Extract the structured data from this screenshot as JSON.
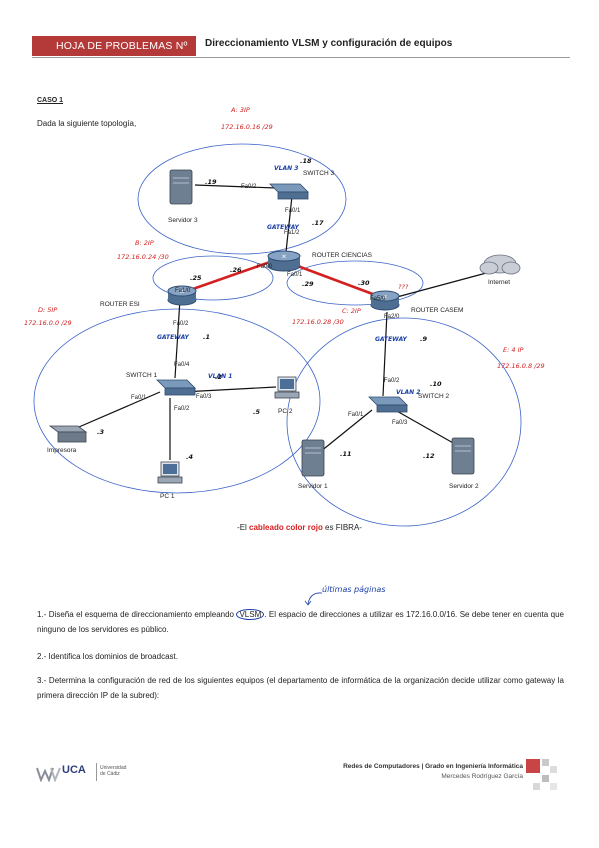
{
  "header": {
    "box_label": "HOJA DE PROBLEMAS Nº 9",
    "title": "Direccionamiento VLSM y configuración de equipos"
  },
  "case": {
    "label": "CASO 1",
    "intro": "Dada la siguiente topología,"
  },
  "topology": {
    "devices": {
      "server3": "Servidor 3",
      "switch3": "SWITCH 3",
      "router_ciencias": "ROUTER CIENCIAS",
      "router_esi": "ROUTER ESI",
      "router_casem": "ROUTER CASEM",
      "internet": "Internet",
      "switch1": "SWITCH 1",
      "printer": "Impresora",
      "pc1": "PC 1",
      "pc2": "PC 2",
      "switch2": "SWITCH 2",
      "server1": "Servidor 1",
      "server2": "Servidor 2"
    },
    "ports": {
      "s3_fa02": "Fa0/2",
      "s3_fa01": "Fa0/1",
      "rc_fa12": "Fa1/2",
      "rc_fa00": "Fa0/0",
      "rc_fa01": "Fa0/1",
      "re_fa10": "Fa1/0",
      "re_fa02": "Fa0/2",
      "rcs_fa50": "Fa5/0",
      "rcs_fa20": "Fa2/0",
      "s1_fa04": "Fa0/4",
      "s1_fa01": "Fa0/1",
      "s1_fa02": "Fa0/2",
      "s1_fa03": "Fa0/3",
      "s2_fa02": "Fa0/2",
      "s2_fa01": "Fa0/1",
      "s2_fa03": "Fa0/3"
    },
    "annotations": {
      "a_label": "A: 3IP",
      "a_net": "172.16.0.16 /29",
      "b_label": "B: 2IP",
      "b_net": "172.16.0.24 /30",
      "c_label": "C: 2IP",
      "c_net": "172.16.0.28 /30",
      "d_label": "D: 5IP",
      "d_net": "172.16.0.0 /29",
      "e_label": "E: 4 IP",
      "e_net": "172.16.0.8 /29",
      "vlan3": "VLAN 3",
      "vlan1": "VLAN 1",
      "vlan2": "VLAN 2",
      "gateway": "GATEWAY",
      "ip_18": ".18",
      "ip_19": ".19",
      "ip_17": ".17",
      "ip_25": ".25",
      "ip_26": ".26",
      "ip_30": ".30",
      "ip_29": ".29",
      "ip_1": ".1",
      "ip_2": ".2",
      "ip_3": ".3",
      "ip_4": ".4",
      "ip_5": ".5",
      "ip_9": ".9",
      "ip_10": ".10",
      "ip_11": ".11",
      "ip_12": ".12",
      "casem_unknown": "???"
    }
  },
  "caption": {
    "prefix": "-El ",
    "highlight": "cableado color rojo",
    "suffix": " es FIBRA-"
  },
  "questions": {
    "note": "últimas páginas",
    "q1_a": "1.- Diseña el esquema de direccionamiento empleando ",
    "q1_vlsm": "VLSM",
    "q1_b": ". El espacio de direcciones a utilizar es 172.16.0.0/16. Se debe tener en cuenta que ninguno de los servidores es público.",
    "q2": "2.- Identifica los dominios de broadcast.",
    "q3": "3.- Determina la configuración de red de los siguientes equipos (el departamento de informática de la organización decide utilizar como gateway la primera dirección IP de la subred):"
  },
  "footer": {
    "uca": "UCA",
    "uca_sub1": "Universidad",
    "uca_sub2": "de Cádiz",
    "course": "Redes de Computadores | Grado en Ingeniería Informática",
    "author": "Mercedes Rodríguez García"
  },
  "colors": {
    "header_red": "#b43a3a",
    "fiber_red": "#d42020",
    "annotation_red": "#d42020",
    "handwriting_blue": "#1a3fa8",
    "domain_blue": "#3a62c8"
  }
}
